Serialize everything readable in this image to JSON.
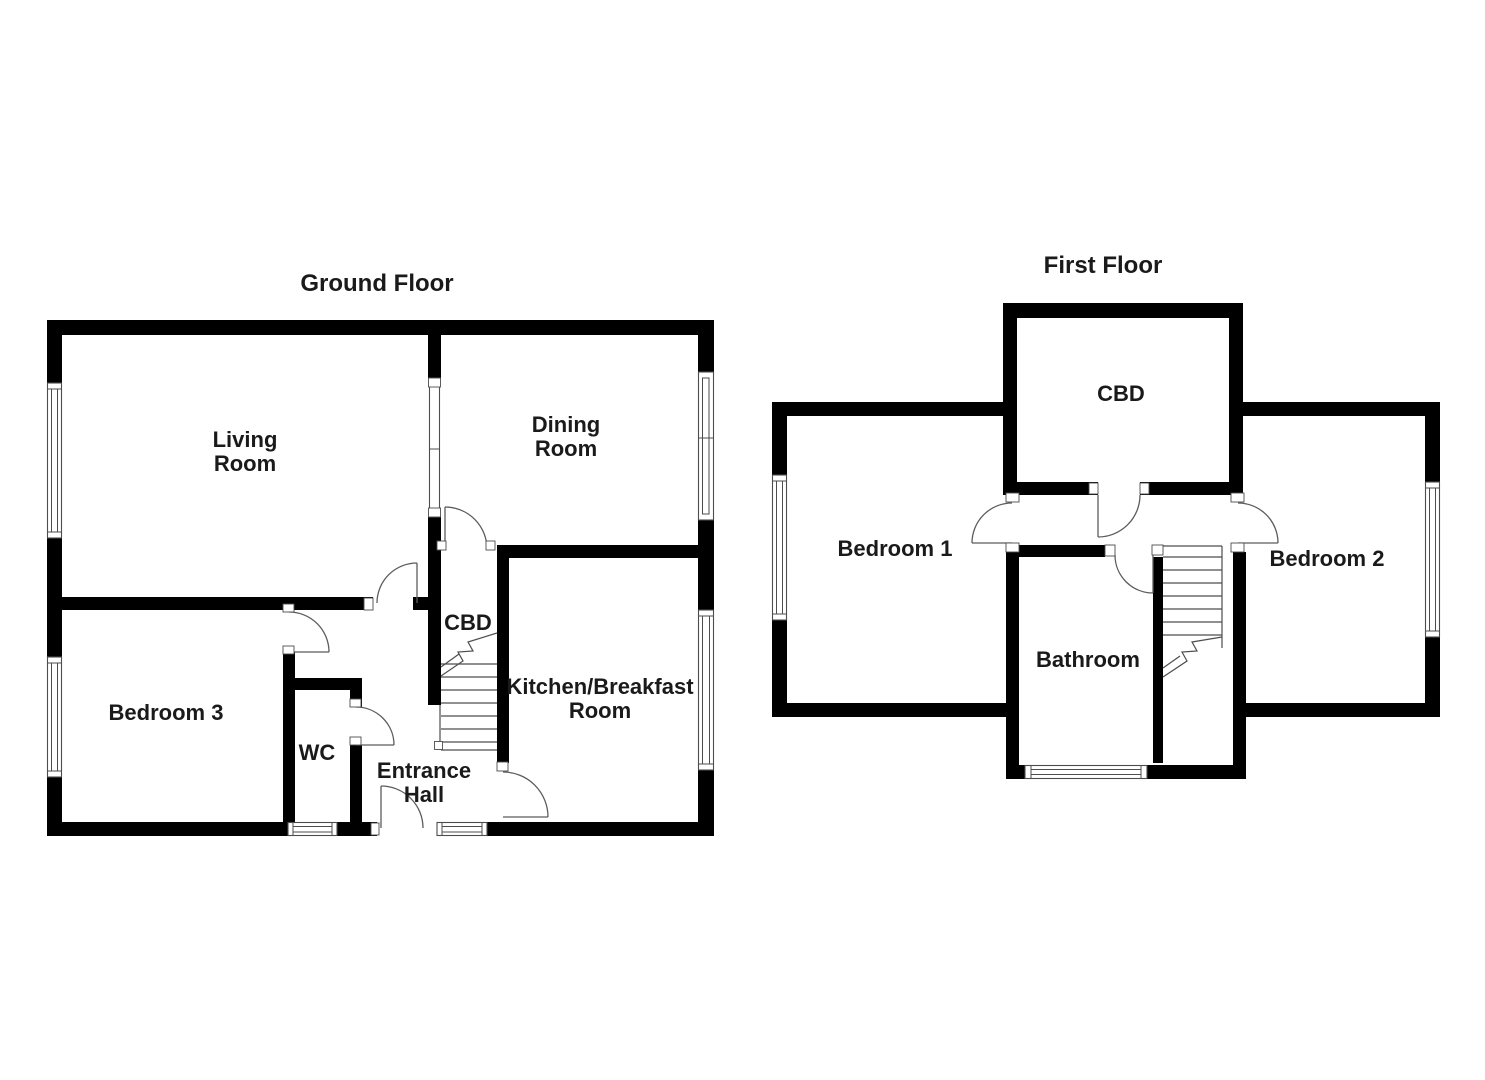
{
  "colors": {
    "background": "#ffffff",
    "wall": "#000000",
    "thin_line": "#4d4d4d",
    "text": "#1a1a1a"
  },
  "ground_floor": {
    "title": "Ground Floor",
    "rooms": {
      "living": {
        "line1": "Living",
        "line2": "Room"
      },
      "dining": {
        "line1": "Dining",
        "line2": "Room"
      },
      "bedroom3": {
        "label": "Bedroom 3"
      },
      "wc": {
        "label": "WC"
      },
      "cbd": {
        "label": "CBD"
      },
      "entrance": {
        "line1": "Entrance",
        "line2": "Hall"
      },
      "kitchen": {
        "line1": "Kitchen/Breakfast",
        "line2": "Room"
      }
    }
  },
  "first_floor": {
    "title": "First Floor",
    "rooms": {
      "cbd": {
        "label": "CBD"
      },
      "bedroom1": {
        "label": "Bedroom 1"
      },
      "bedroom2": {
        "label": "Bedroom 2"
      },
      "bathroom": {
        "label": "Bathroom"
      }
    }
  }
}
